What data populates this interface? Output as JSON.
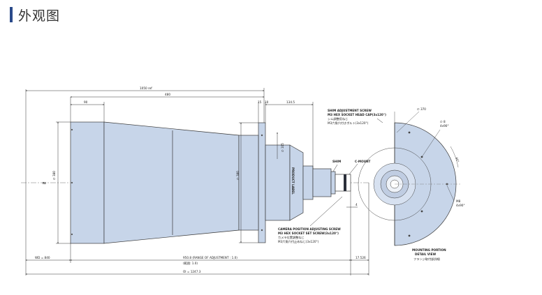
{
  "header": {
    "title": "外观图",
    "accent_color": "#2a4a8a"
  },
  "drawing": {
    "fill_color": "#c7d5e9",
    "line_color": "#3a3a3a",
    "dimensions": {
      "overall_top": "1050 ref",
      "upper_480": "480",
      "upper_90": "90",
      "flange_15": "15",
      "flange_10": "10",
      "rear_134": "134.5",
      "dia_front": "∅ 380",
      "dia_mid": "∅ 380",
      "dia_flange": "∅ 105",
      "wd": "WD = 840",
      "range": "950.8 (RANGE OF ADJUSTMENT : 1.0)",
      "range_jp": "(範囲: 1.0)",
      "back": "17.526",
      "small_4": "4",
      "oi": "OI = 1247.3"
    },
    "labels": {
      "product_label": "PRODUCT LABEL",
      "shim": "SHIM",
      "c_mount": "C-MOUNT",
      "shim_adjust_1": "SHIM ADJUSTMENT SCREW",
      "shim_adjust_2": "M3 HEX SOCKET HEAD CAP(3x120°)",
      "shim_adjust_3": "シム調整用ねじ",
      "shim_adjust_4": "M3六角穴付きボルト(3x120°)",
      "camera_adjust_1": "CAMERA POSITION ADJUSTING SCREW",
      "camera_adjust_2": "M3 HEX SOCKET SET SCREW(3x120°)",
      "camera_adjust_3": "カメラ位置調整ねじ",
      "camera_adjust_4": "M3六角穴付止めねじ(3x120°)",
      "mounting_1": "MOUNTING PORTION",
      "mounting_2": "DETAIL VIEW",
      "mounting_3": "フランジ取付部詳細"
    },
    "detail_dims": {
      "d370": "∅ 370",
      "d8": "∅ 8",
      "d8_sub": "4x90°",
      "angle": "45°",
      "m8": "M8",
      "m8_sub": "4x90°"
    }
  }
}
